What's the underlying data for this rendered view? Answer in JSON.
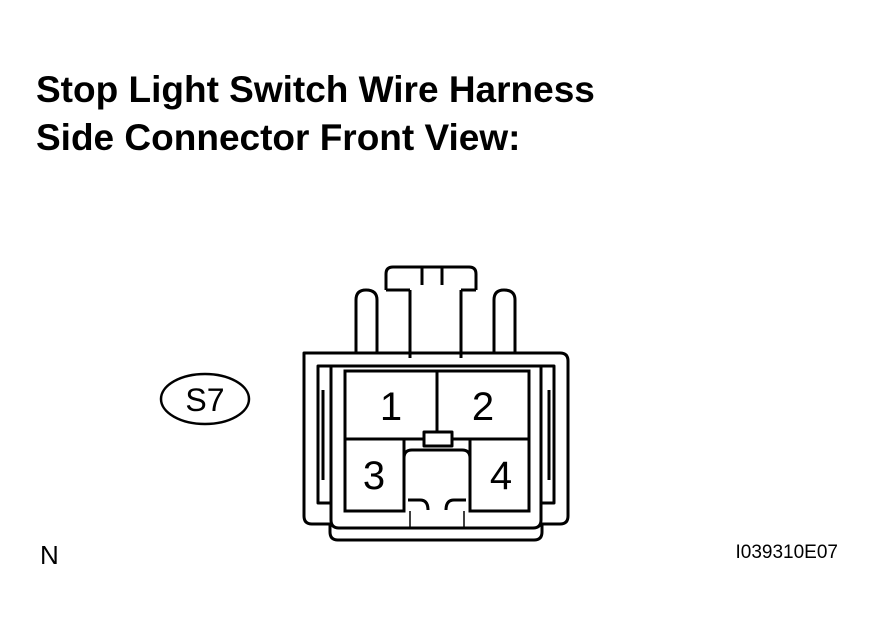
{
  "title": {
    "line1": "Stop Light Switch Wire Harness",
    "line2": "Side Connector Front View:"
  },
  "connector": {
    "code": "S7",
    "terminals": [
      "1",
      "2",
      "3",
      "4"
    ]
  },
  "view_code": "N",
  "figure_id": "I039310E07",
  "colors": {
    "ink": "#000000",
    "background": "#ffffff"
  }
}
